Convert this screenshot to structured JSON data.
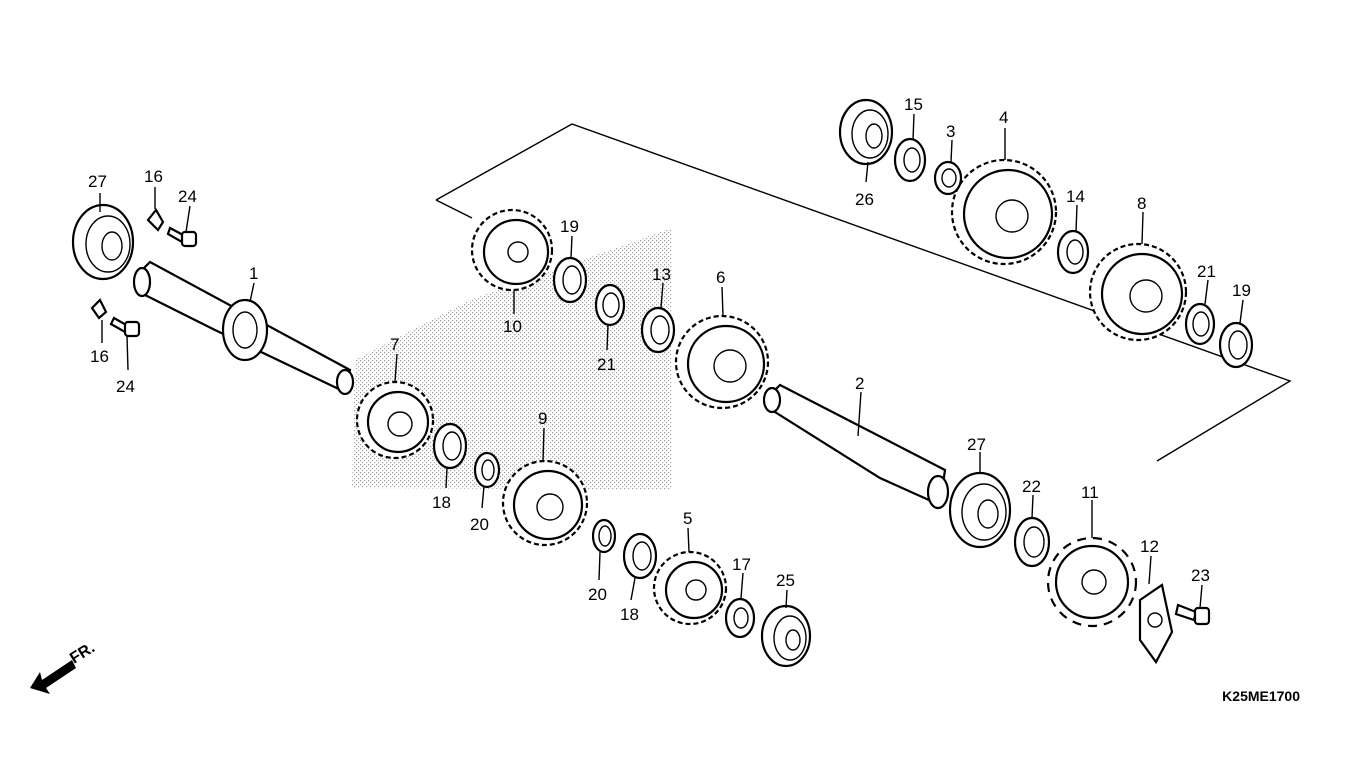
{
  "diagram_code": "K25ME1700",
  "front_indicator": "FR.",
  "callouts": [
    {
      "id": "c-27a",
      "label": "27"
    },
    {
      "id": "c-16a",
      "label": "16"
    },
    {
      "id": "c-24a",
      "label": "24"
    },
    {
      "id": "c-16b",
      "label": "16"
    },
    {
      "id": "c-24b",
      "label": "24"
    },
    {
      "id": "c-1",
      "label": "1"
    },
    {
      "id": "c-7",
      "label": "7"
    },
    {
      "id": "c-18a",
      "label": "18"
    },
    {
      "id": "c-20a",
      "label": "20"
    },
    {
      "id": "c-9",
      "label": "9"
    },
    {
      "id": "c-10",
      "label": "10"
    },
    {
      "id": "c-19a",
      "label": "19"
    },
    {
      "id": "c-21a",
      "label": "21"
    },
    {
      "id": "c-13",
      "label": "13"
    },
    {
      "id": "c-6",
      "label": "6"
    },
    {
      "id": "c-20b",
      "label": "20"
    },
    {
      "id": "c-18b",
      "label": "18"
    },
    {
      "id": "c-5",
      "label": "5"
    },
    {
      "id": "c-17",
      "label": "17"
    },
    {
      "id": "c-25",
      "label": "25"
    },
    {
      "id": "c-26",
      "label": "26"
    },
    {
      "id": "c-15",
      "label": "15"
    },
    {
      "id": "c-3",
      "label": "3"
    },
    {
      "id": "c-4",
      "label": "4"
    },
    {
      "id": "c-14",
      "label": "14"
    },
    {
      "id": "c-8",
      "label": "8"
    },
    {
      "id": "c-21b",
      "label": "21"
    },
    {
      "id": "c-19b",
      "label": "19"
    },
    {
      "id": "c-2",
      "label": "2"
    },
    {
      "id": "c-27b",
      "label": "27"
    },
    {
      "id": "c-22",
      "label": "22"
    },
    {
      "id": "c-11",
      "label": "11"
    },
    {
      "id": "c-12",
      "label": "12"
    },
    {
      "id": "c-23",
      "label": "23"
    }
  ]
}
